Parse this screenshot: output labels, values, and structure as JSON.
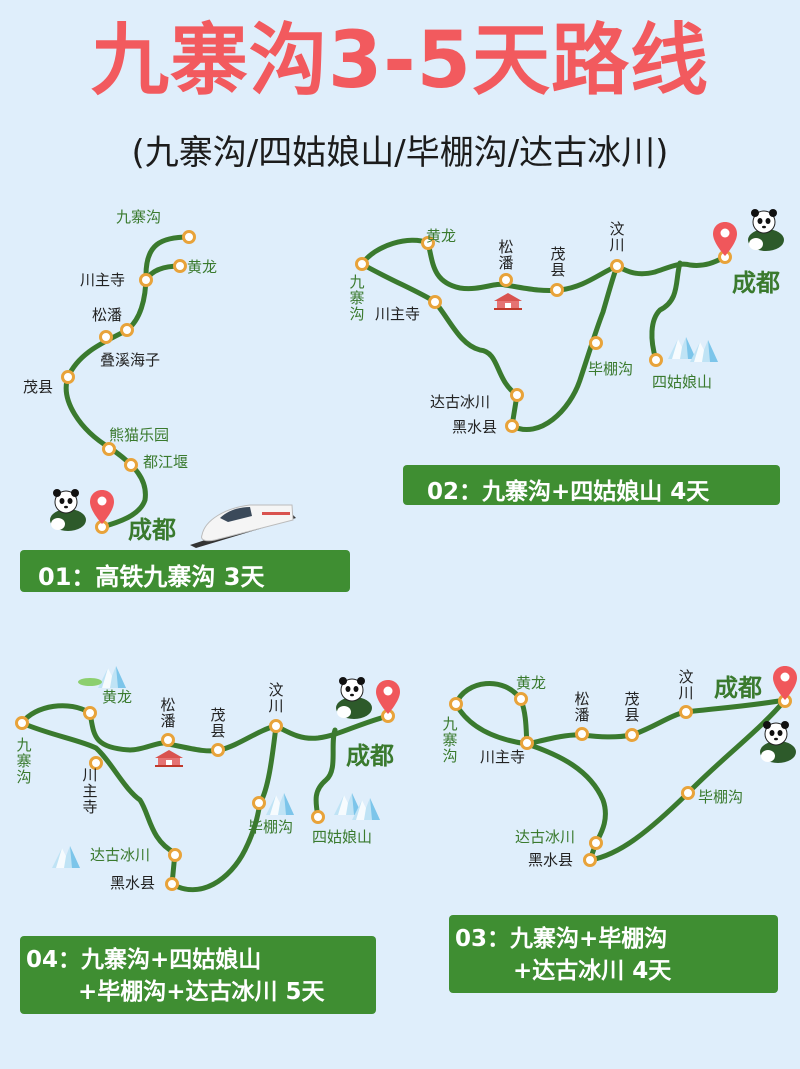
{
  "header": {
    "title": "九寨沟3-5天路线",
    "subtitle": "(九寨沟/四姑娘山/毕棚沟/达古冰川)"
  },
  "colors": {
    "background": "#dfeefb",
    "title": "#f25a5e",
    "route_line": "#3a7a2e",
    "node_ring": "#e8a33a",
    "banner": "#3f8e32",
    "pin": "#f0575b"
  },
  "routes": [
    {
      "id": "01",
      "banner": "01：高铁九寨沟 3天",
      "start": "成都",
      "stops": [
        "九寨沟",
        "黄龙",
        "川主寺",
        "松潘",
        "叠溪海子",
        "茂县",
        "熊猫乐园",
        "都江堰"
      ],
      "icons": [
        "panda-icon",
        "map-pin-icon",
        "high-speed-train-icon"
      ]
    },
    {
      "id": "02",
      "banner": "02：九寨沟+四姑娘山 4天",
      "start": "成都",
      "stops": [
        "九寨沟",
        "黄龙",
        "川主寺",
        "松潘",
        "茂县",
        "汶川",
        "毕棚沟",
        "四姑娘山",
        "达古冰川",
        "黑水县"
      ],
      "icons": [
        "panda-icon",
        "map-pin-icon",
        "temple-icon",
        "snow-mountain-icon"
      ]
    },
    {
      "id": "03",
      "banner_lines": [
        "03：九寨沟+毕棚沟",
        "+达古冰川  4天"
      ],
      "start": "成都",
      "stops": [
        "九寨沟",
        "黄龙",
        "川主寺",
        "松潘",
        "茂县",
        "汶川",
        "毕棚沟",
        "达古冰川",
        "黑水县"
      ],
      "icons": [
        "panda-icon",
        "map-pin-icon"
      ]
    },
    {
      "id": "04",
      "banner_lines": [
        "04：九寨沟+四姑娘山",
        "+毕棚沟+达古冰川  5天"
      ],
      "start": "成都",
      "stops": [
        "九寨沟",
        "黄龙",
        "川主寺",
        "松潘",
        "茂县",
        "汶川",
        "毕棚沟",
        "四姑娘山",
        "达古冰川",
        "黑水县"
      ],
      "icons": [
        "panda-icon",
        "map-pin-icon",
        "temple-icon",
        "snow-mountain-icon",
        "lake-icon"
      ]
    }
  ]
}
